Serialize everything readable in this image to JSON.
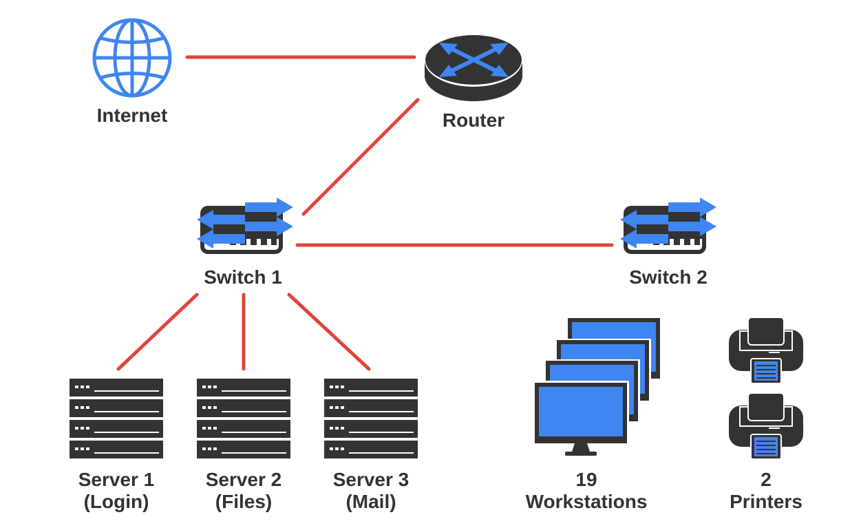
{
  "colors": {
    "link": "#e0443a",
    "device": "#333333",
    "accent": "#3f86f2"
  },
  "nodes": {
    "internet": {
      "label": "Internet",
      "icon": "globe-icon"
    },
    "router": {
      "label": "Router",
      "icon": "router-icon"
    },
    "switch1": {
      "label": "Switch 1",
      "icon": "switch-icon"
    },
    "switch2": {
      "label": "Switch 2",
      "icon": "switch-icon"
    },
    "servers": [
      {
        "line1": "Server 1",
        "line2": "(Login)",
        "icon": "server-icon"
      },
      {
        "line1": "Server 2",
        "line2": "(Files)",
        "icon": "server-icon"
      },
      {
        "line1": "Server 3",
        "line2": "(Mail)",
        "icon": "server-icon"
      }
    ],
    "workstations": {
      "count": "19",
      "label": "Workstations",
      "icon": "monitor-icon"
    },
    "printers": {
      "count": "2",
      "label": "Printers",
      "icon": "printer-icon"
    }
  },
  "links": [
    [
      "Internet",
      "Router"
    ],
    [
      "Router",
      "Switch 1"
    ],
    [
      "Switch 1",
      "Switch 2"
    ],
    [
      "Switch 1",
      "Server 1"
    ],
    [
      "Switch 1",
      "Server 2"
    ],
    [
      "Switch 1",
      "Server 3"
    ]
  ]
}
